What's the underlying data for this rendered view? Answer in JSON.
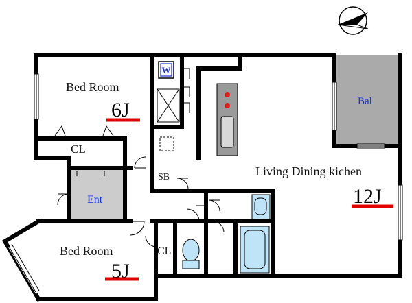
{
  "colors": {
    "wall": "#000000",
    "balcony": "#aaaaaa",
    "entrance": "#cccccc",
    "wet_area": "#bfe3f7",
    "kitchen_counter": "#9a9a9a",
    "size_underline": "#e00000",
    "room_text": "#111111",
    "blue_text": "#1a2fd0",
    "burner": "#d62020"
  },
  "compass": {
    "icon": "north-arrow-icon"
  },
  "rooms": {
    "bedroom_top": {
      "label": "Bed Room",
      "size": "6J"
    },
    "bedroom_bottom": {
      "label": "Bed Room",
      "size": "5J"
    },
    "ldk": {
      "label": "Living Dining kichen",
      "size": "12J"
    },
    "balcony": {
      "label": "Bal"
    },
    "entrance": {
      "label": "Ent"
    },
    "closet_top": {
      "label": "CL"
    },
    "closet_bottom": {
      "label": "CL"
    },
    "shoe_box": {
      "label": "SB"
    },
    "washer": {
      "label": "W"
    }
  }
}
